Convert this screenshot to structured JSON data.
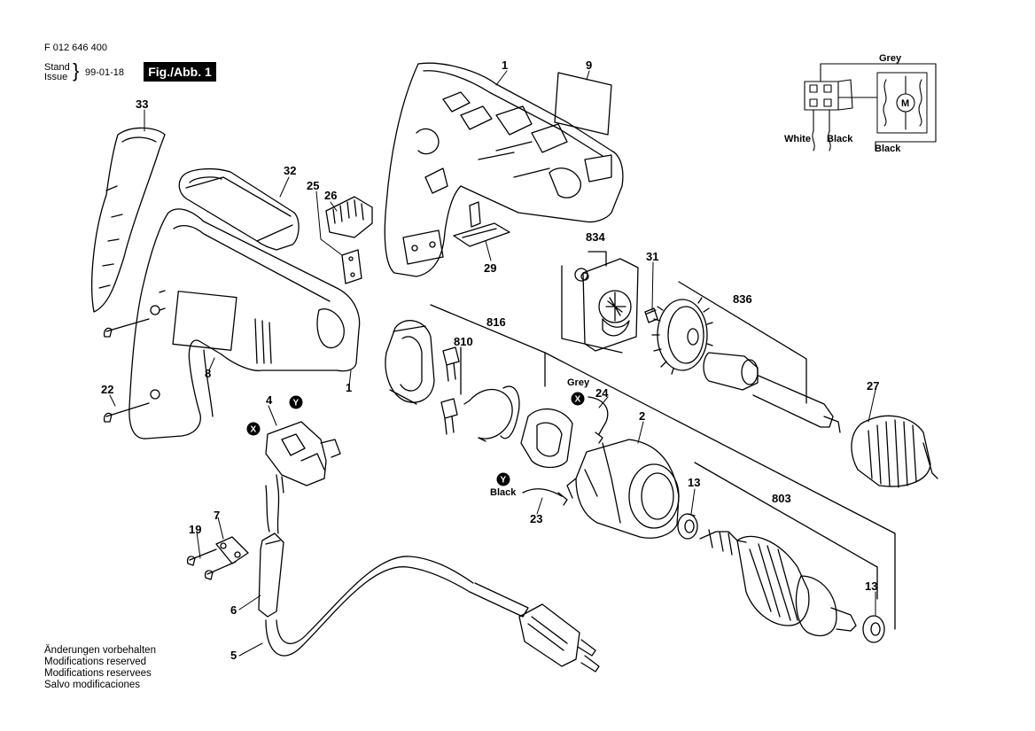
{
  "header": {
    "part_number": "F 012 646 400",
    "stand_line1": "Stand",
    "stand_line2": "Issue",
    "stand_brace": "}",
    "date": "99-01-18",
    "figure": "Fig./Abb. 1"
  },
  "notes": [
    "Änderungen vorbehalten",
    "Modifications reserved",
    "Modifications reservees",
    "Salvo modificaciones"
  ],
  "callouts": [
    "1",
    "1",
    "2",
    "4",
    "5",
    "6",
    "7",
    "8",
    "9",
    "13",
    "13",
    "19",
    "22",
    "23",
    "24",
    "25",
    "26",
    "27",
    "29",
    "31",
    "32",
    "33",
    "803",
    "810",
    "816",
    "834",
    "836"
  ],
  "connector_marks": [
    "X",
    "Y",
    "X",
    "Y"
  ],
  "wire_labels": {
    "grey_top": "Grey",
    "white": "White",
    "black_right": "Black",
    "black_bottom": "Black",
    "grey_24": "Grey",
    "black_23": "Black"
  },
  "colors": {
    "line": "#000000",
    "background": "#ffffff"
  }
}
